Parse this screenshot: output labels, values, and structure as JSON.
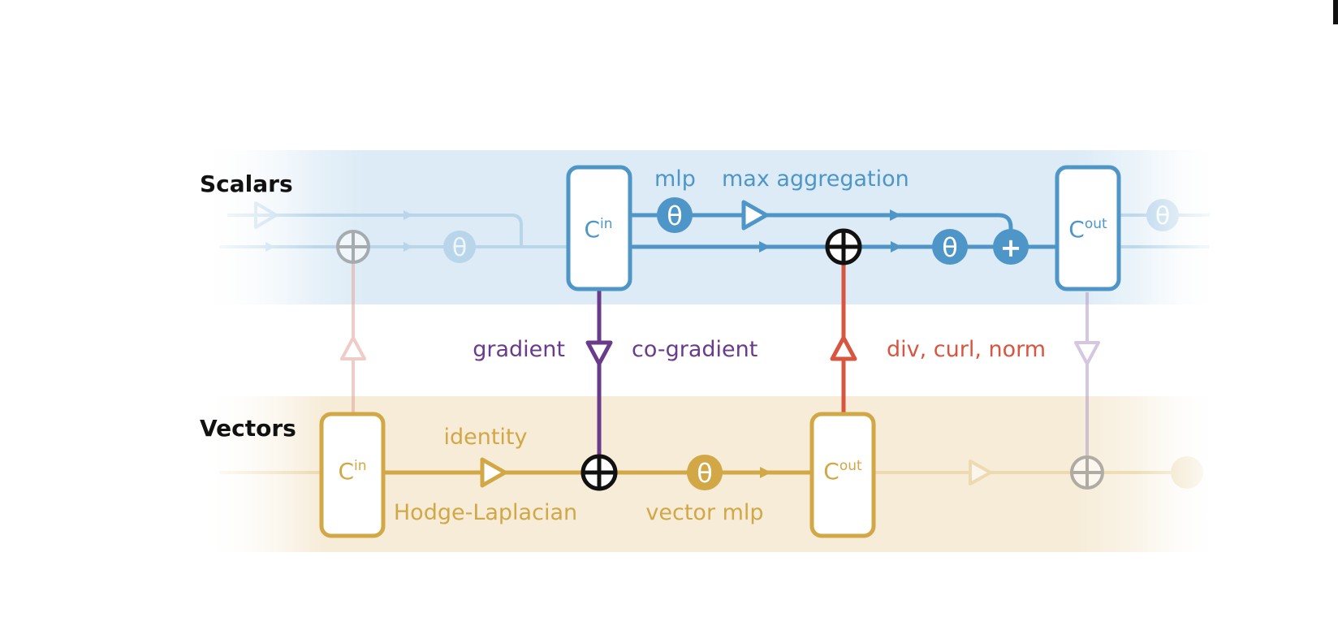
{
  "lanes": {
    "scalars": "Scalars",
    "vectors": "Vectors"
  },
  "labels": {
    "mlp": "mlp",
    "max_aggregation": "max aggregation",
    "gradient": "gradient",
    "co_gradient": "co-gradient",
    "div_curl_norm": "div, curl, norm",
    "identity": "identity",
    "hodge_laplacian": "Hodge-Laplacian",
    "vector_mlp": "vector mlp"
  },
  "blocks": {
    "c_in_base": "C",
    "c_in_sup": "in",
    "c_out_base": "C",
    "c_out_sup": "out"
  },
  "symbols": {
    "theta": "θ",
    "plus": "+"
  },
  "colors": {
    "scalar_blue": "#4e96c8",
    "scalar_band": "#dcebf6",
    "vector_gold": "#d2a746",
    "vector_band": "#f6ecd8",
    "gradient_purple": "#6a3b8a",
    "div_red": "#d8553f",
    "sum_black": "#111111"
  }
}
